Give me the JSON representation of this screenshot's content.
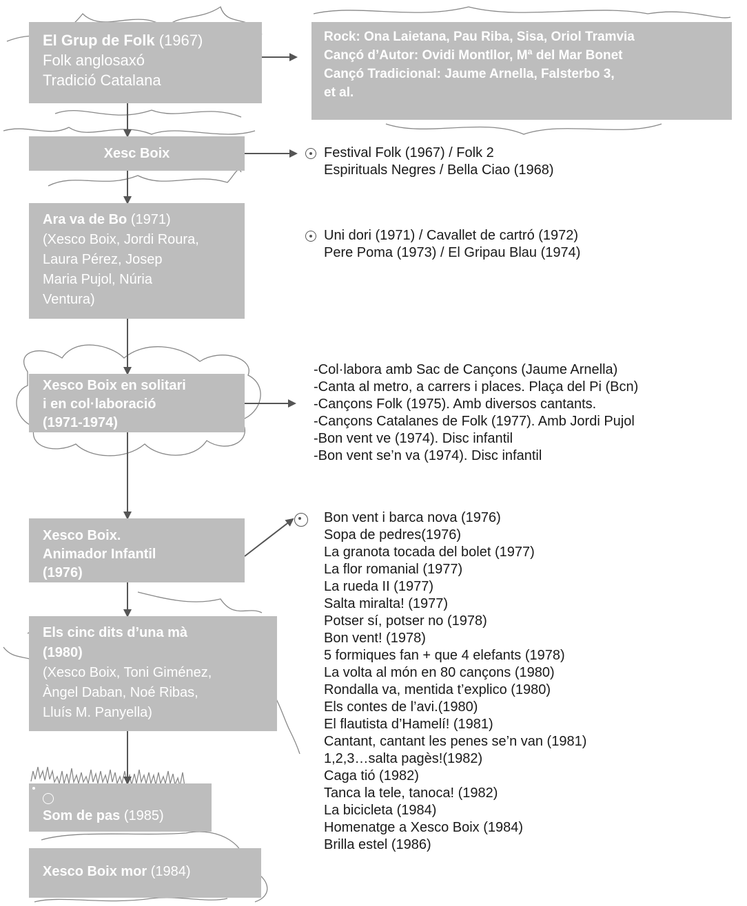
{
  "colors": {
    "box_fill": "#bdbdbd",
    "box_text": "#ffffff",
    "text": "#1a1a1a",
    "arrow": "#555555",
    "scribble": "#888888"
  },
  "boxes": {
    "grup_folk": {
      "title": "El Grup de Folk",
      "year": " (1967)",
      "line2": "Folk anglosaxó",
      "line3": "Tradició Catalana"
    },
    "influences": {
      "line1": "Rock: Ona Laietana, Pau Riba, Sisa, Oriol Tramvia",
      "line2": "Cançó d’Autor: Ovidi Montllor, Mª del Mar Bonet",
      "line3": "Cançó Tradicional: Jaume Arnella, Falsterbo 3,",
      "line4": "et al."
    },
    "xesc_boix": {
      "title": "Xesc Boix"
    },
    "ara_va_de_bo": {
      "title": "Ara va de Bo",
      "year": " (1971)",
      "lines": [
        "(Xesco Boix, Jordi Roura,",
        "Laura Pérez, Josep",
        "Maria Pujol, Núria",
        "Ventura)"
      ]
    },
    "solitari": {
      "lines": [
        "Xesco Boix en solitari",
        "i en col·laboració",
        "(1971-1974)"
      ]
    },
    "animador": {
      "lines": [
        "Xesco Boix.",
        "Animador Infantil",
        "(1976)"
      ]
    },
    "cinc_dits": {
      "title1": "Els cinc dits d’una mà",
      "title2": "(1980)",
      "lines": [
        "(Xesco Boix, Toni Giménez,",
        "Àngel Daban, Noé Ribas,",
        "Lluís M. Panyella)"
      ]
    },
    "som_de_pas": {
      "title": "Som de pas",
      "year": " (1985)"
    },
    "mor": {
      "title": "Xesco Boix  mor",
      "year": " (1984)"
    }
  },
  "lists": {
    "festival": [
      "Festival Folk  (1967)  /  Folk 2",
      "Espirituals Negres  /  Bella Ciao (1968)"
    ],
    "uni_dori": [
      "Uni dori (1971)  /  Cavallet de cartró (1972)",
      "Pere Poma (1973)  /  El Gripau Blau (1974)"
    ],
    "collabora": [
      "-Col·labora amb Sac de Cançons (Jaume Arnella)",
      "-Canta al metro, a carrers i places. Plaça del Pi (Bcn)",
      "-Cançons Folk (1975). Amb diversos cantants.",
      "-Cançons Catalanes de Folk (1977). Amb Jordi Pujol",
      "-Bon vent ve (1974). Disc infantil",
      "-Bon vent se’n va (1974). Disc infantil"
    ],
    "discography": [
      "Bon vent i barca nova (1976)",
      "Sopa de pedres(1976)",
      "La granota tocada del bolet (1977)",
      "La flor romanial (1977)",
      "La rueda II (1977)",
      "Salta miralta! (1977)",
      "Potser sí, potser no (1978)",
      "Bon vent! (1978)",
      "5 formiques fan + que 4 elefants (1978)",
      "La volta al món en 80 cançons (1980)",
      "Rondalla va, mentida t’explico (1980)",
      "Els contes de l’avi.(1980)",
      "El flautista d’Hamelí! (1981)",
      "Cantant, cantant les penes se’n van (1981)",
      "1,2,3…salta pagès!(1982)",
      "Caga tió (1982)",
      "Tanca la tele, tanoca! (1982)",
      "La bicicleta (1984)",
      "Homenatge a Xesco Boix (1984)",
      "Brilla estel (1986)"
    ]
  }
}
